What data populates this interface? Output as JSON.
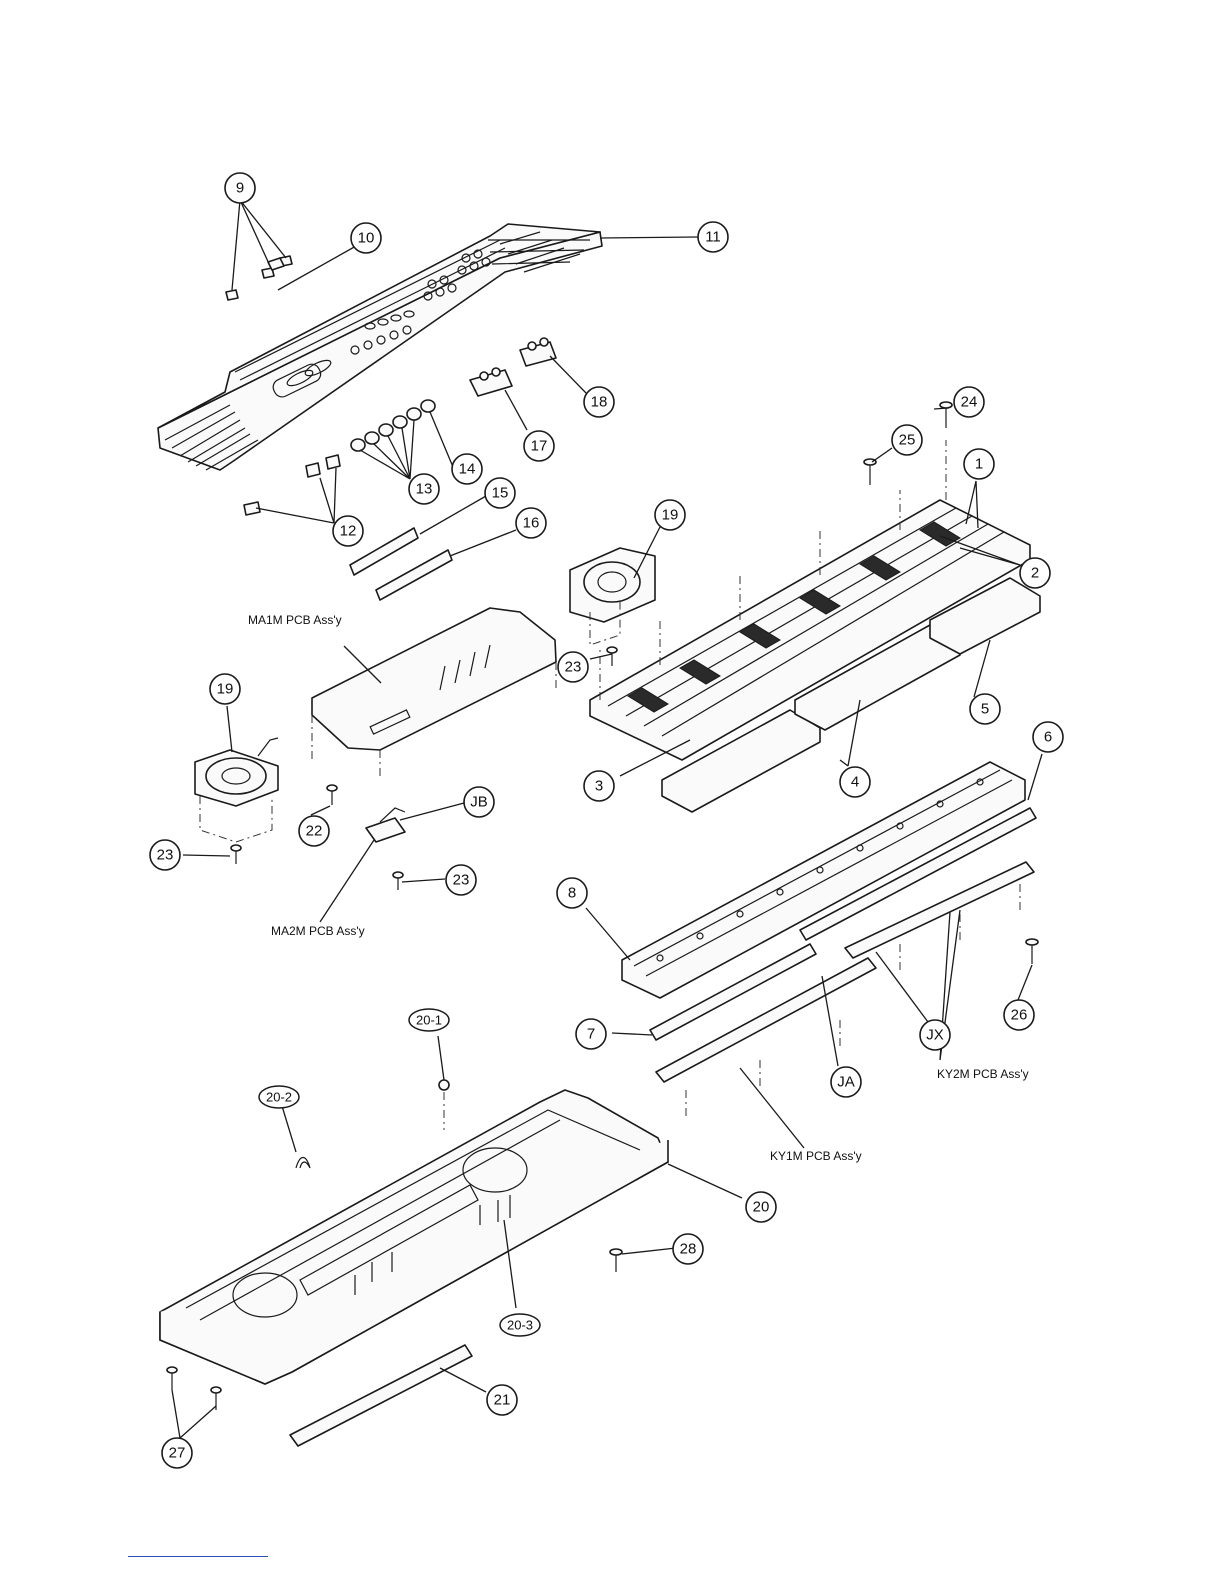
{
  "callouts": {
    "c1": "1",
    "c2": "2",
    "c3": "3",
    "c4": "4",
    "c5": "5",
    "c6": "6",
    "c7": "7",
    "c8": "8",
    "c9": "9",
    "c10": "10",
    "c11": "11",
    "c12": "12",
    "c13": "13",
    "c14": "14",
    "c15": "15",
    "c16": "16",
    "c17": "17",
    "c18": "18",
    "c19a": "19",
    "c19b": "19",
    "c20": "20",
    "c20_1": "20-1",
    "c20_2": "20-2",
    "c20_3": "20-3",
    "c21": "21",
    "c22": "22",
    "c23a": "23",
    "c23b": "23",
    "c23c": "23",
    "c24": "24",
    "c25": "25",
    "c26": "26",
    "c27": "27",
    "c28": "28",
    "cJA": "JA",
    "cJB": "JB",
    "cJX": "JX"
  },
  "labels": {
    "ma1m": "MA1M PCB Ass'y",
    "ma2m": "MA2M PCB Ass'y",
    "ky1m": "KY1M PCB Ass'y",
    "ky2m": "KY2M PCB Ass'y"
  },
  "colors": {
    "line": "#1a1a1a",
    "footer_rule": "#2b4bb5"
  }
}
